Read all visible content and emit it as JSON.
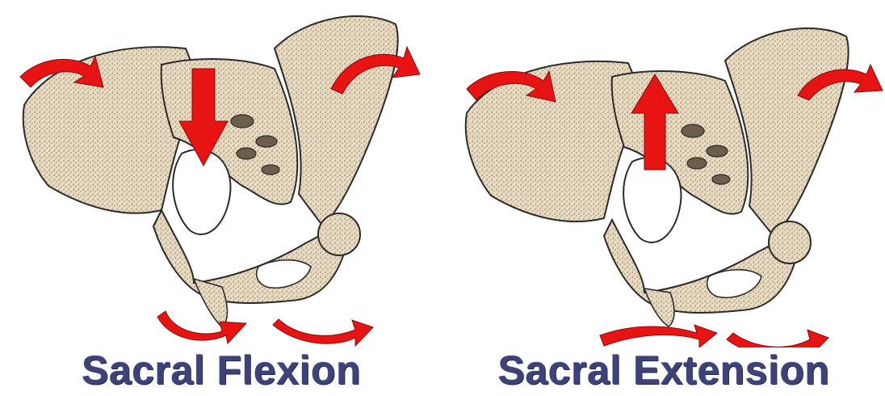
{
  "panels": [
    {
      "caption": "Sacral Flexion",
      "sacrum_motion": "down",
      "arrow_icon": "arrow-down-icon"
    },
    {
      "caption": "Sacral Extension",
      "sacrum_motion": "up",
      "arrow_icon": "arrow-up-icon"
    }
  ],
  "colors": {
    "bone_fill": "#e9dcc3",
    "bone_speckle": "#9a8b70",
    "bone_outline": "#2b2b2b",
    "arrow_red": "#e81313",
    "caption_text": "#3d4378"
  }
}
